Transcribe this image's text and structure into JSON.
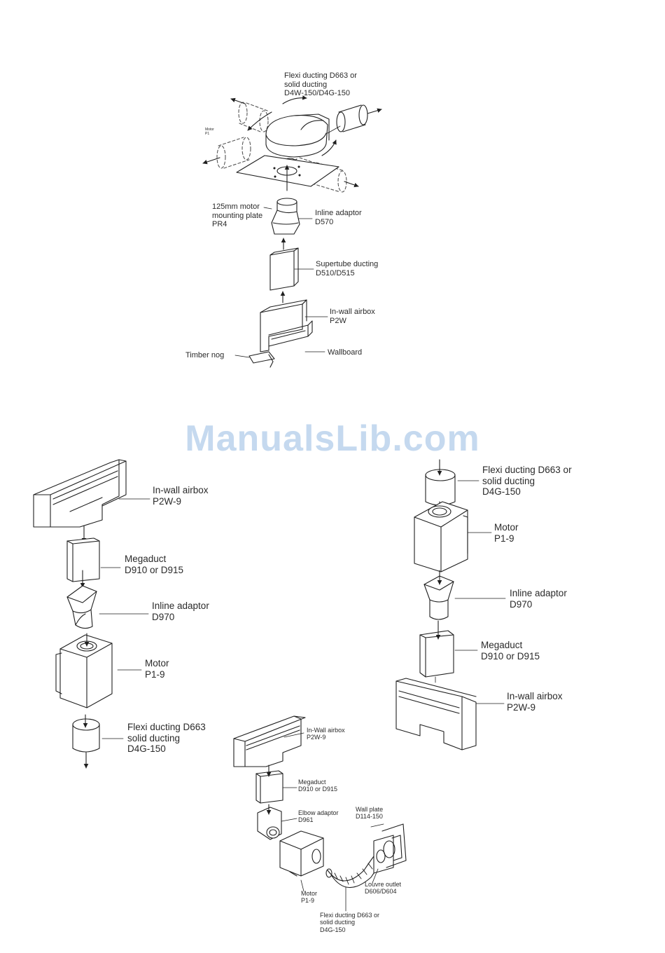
{
  "watermark": "ManualsLib.com",
  "colors": {
    "line": "#1f1f1f",
    "watermark": "#c5d9ef"
  },
  "top": {
    "flexi": [
      "Flexi ducting D663 or",
      "solid ducting",
      "D4W-150/D4G-150"
    ],
    "motor": [
      "Motor",
      "P1"
    ],
    "plate": [
      "125mm motor",
      "mounting plate",
      "PR4"
    ],
    "inline": [
      "Inline adaptor",
      "D570"
    ],
    "supertube": [
      "Supertube ducting",
      "D510/D515"
    ],
    "airbox": [
      "In-wall airbox",
      "P2W"
    ],
    "wallboard": "Wallboard",
    "timber": "Timber nog"
  },
  "left": {
    "airbox": [
      "In-wall airbox",
      "P2W-9"
    ],
    "megaduct": [
      "Megaduct",
      "D910 or D915"
    ],
    "inline": [
      "Inline adaptor",
      "D970"
    ],
    "motor": [
      "Motor",
      "P1-9"
    ],
    "flexi": [
      "Flexi ducting D663",
      "solid ducting",
      "D4G-150"
    ]
  },
  "right": {
    "flexi": [
      "Flexi ducting D663 or",
      "solid ducting",
      "D4G-150"
    ],
    "motor": [
      "Motor",
      "P1-9"
    ],
    "inline": [
      "Inline adaptor",
      "D970"
    ],
    "megaduct": [
      "Megaduct",
      "D910 or D915"
    ],
    "airbox": [
      "In-wall airbox",
      "P2W-9"
    ]
  },
  "bottom": {
    "airbox": [
      "In-Wall airbox",
      "P2W-9"
    ],
    "megaduct": [
      "Megaduct",
      "D910 or D915"
    ],
    "elbow": [
      "Elbow adaptor",
      "D961"
    ],
    "wallplate": [
      "Wall plate",
      "D114-150"
    ],
    "louvre": [
      "Louvre outlet",
      "D606/D604"
    ],
    "motor": [
      "Motor",
      "P1-9"
    ],
    "flexi": [
      "Flexi ducting D663 or",
      "solid ducting",
      "D4G-150"
    ]
  }
}
